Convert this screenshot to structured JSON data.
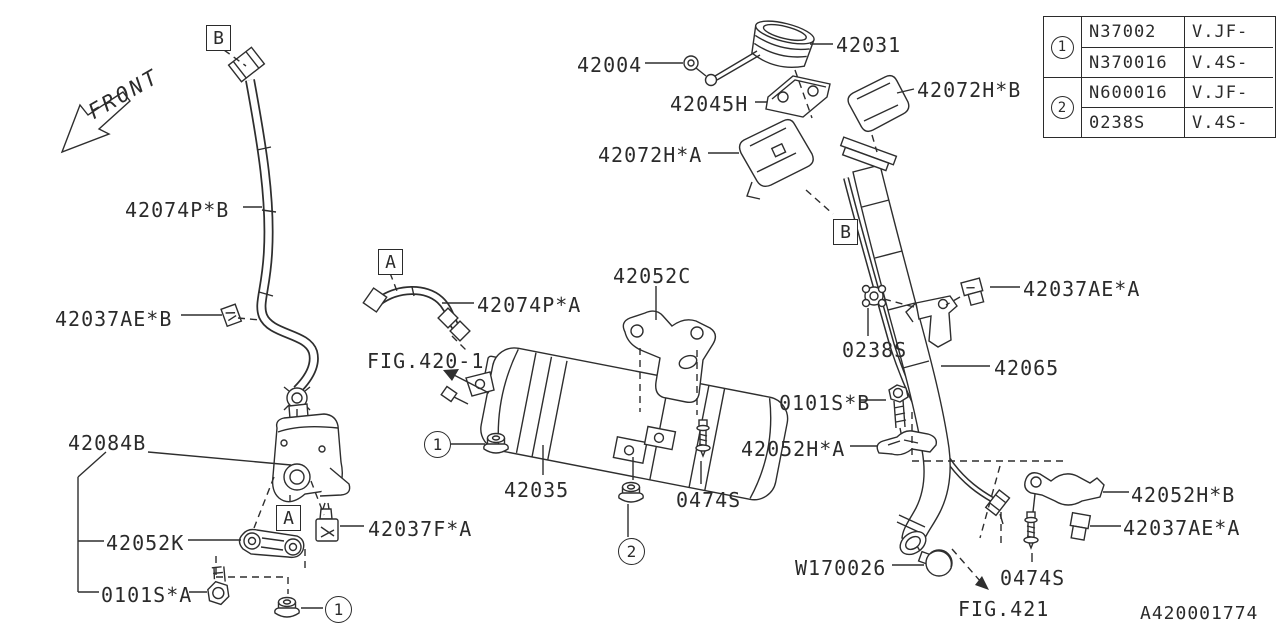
{
  "figure": {
    "front_label": "FRONT",
    "figure_code": "A420001774",
    "fig_ref_420_1": "FIG.420-1",
    "fig_ref_421": "FIG.421",
    "ink_color": "#2e2e2e",
    "background_color": "#ffffff"
  },
  "markers": {
    "a": "A",
    "b": "B"
  },
  "callouts": {
    "c1": "1",
    "c2": "2"
  },
  "parts": {
    "p42074pb": "42074P*B",
    "p42037aeb": "42037AE*B",
    "p42084b": "42084B",
    "p42052k": "42052K",
    "p0101sa": "0101S*A",
    "p42037fa": "42037F*A",
    "p42074pa": "42074P*A",
    "p42052c": "42052C",
    "p42035": "42035",
    "p0474s": "0474S",
    "p42052ha": "42052H*A",
    "p0101sb": "0101S*B",
    "p0238s": "0238S",
    "p42037aea": "42037AE*A",
    "p42065": "42065",
    "p42052hb": "42052H*B",
    "pw170026": "W170026",
    "p42004": "42004",
    "p42031": "42031",
    "p42045h": "42045H",
    "p42072hb": "42072H*B",
    "p42072ha": "42072H*A"
  },
  "table": {
    "rows": [
      {
        "callout": "1",
        "part_number": "N37002",
        "spec": "V.JF-"
      },
      {
        "callout": "1",
        "part_number": "N370016",
        "spec": "V.4S-"
      },
      {
        "callout": "2",
        "part_number": "N600016",
        "spec": "V.JF-"
      },
      {
        "callout": "2",
        "part_number": "0238S",
        "spec": "V.4S-"
      }
    ]
  }
}
